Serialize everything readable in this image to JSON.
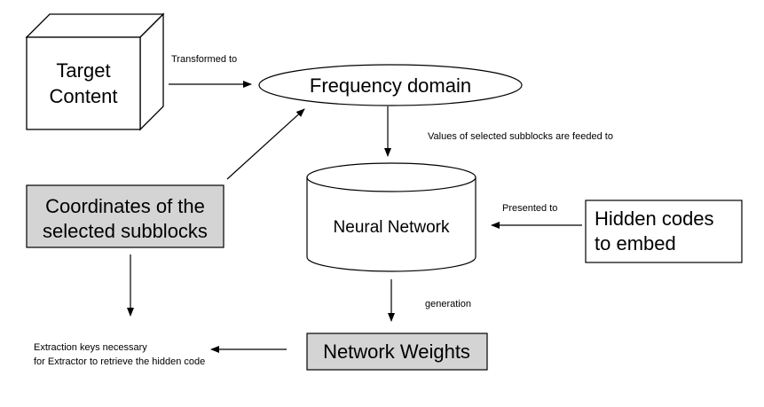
{
  "nodes": {
    "target_content": {
      "lines": [
        "Target",
        "Content"
      ]
    },
    "frequency_domain": {
      "label": "Frequency domain"
    },
    "neural_network": {
      "label": "Neural Network"
    },
    "coordinates": {
      "lines": [
        "Coordinates of the",
        "selected subblocks"
      ]
    },
    "hidden_codes": {
      "lines": [
        "Hidden codes",
        "to embed"
      ]
    },
    "network_weights": {
      "label": "Network Weights"
    },
    "extraction_keys": {
      "lines": [
        "Extraction keys necessary",
        "for Extractor to retrieve the hidden code"
      ]
    }
  },
  "edges": {
    "transformed_to": "Transformed to",
    "values_feeded": "Values of selected subblocks are feeded to",
    "presented_to": "Presented to",
    "generation": "generation"
  },
  "colors": {
    "shaded_box": "#d4d4d4",
    "line": "#000000",
    "background": "#ffffff"
  }
}
